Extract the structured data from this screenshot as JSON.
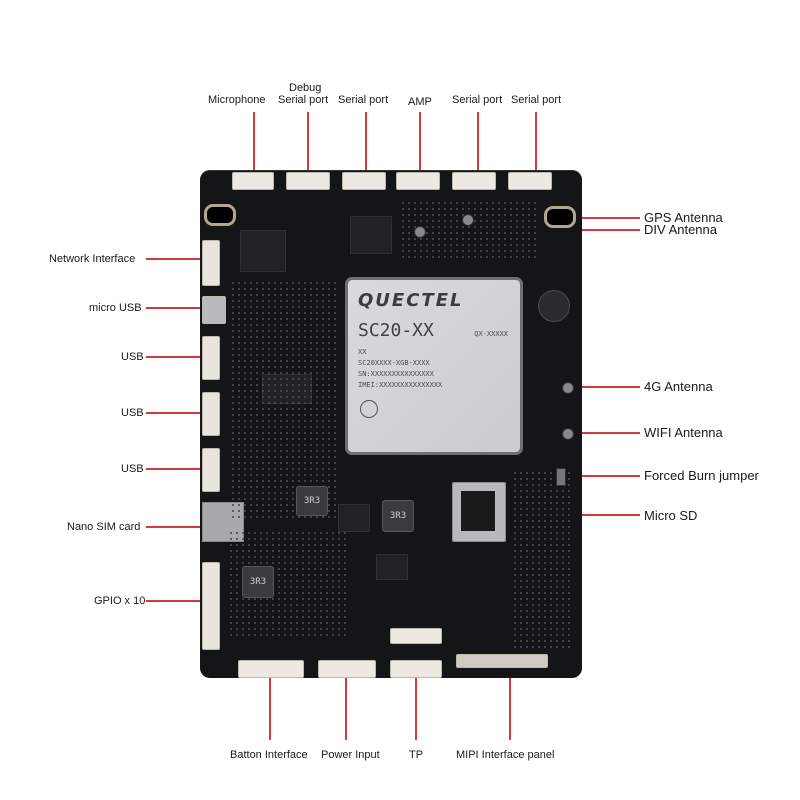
{
  "top_labels": {
    "microphone": "Microphone",
    "debug_line1": "Debug",
    "debug_line2": "Serial port",
    "serial1": "Serial port",
    "amp": "AMP",
    "serial2": "Serial port",
    "serial3": "Serial port"
  },
  "left_labels": {
    "network": "Network Interface",
    "micro_usb": "micro USB",
    "usb1": "USB",
    "usb2": "USB",
    "usb3": "USB",
    "nano_sim": "Nano SIM card",
    "gpio": "GPIO x 10"
  },
  "right_labels": {
    "gps": "GPS Antenna",
    "div": "DIV Antenna",
    "ant_4g": "4G Antenna",
    "wifi": "WIFI Antenna",
    "forced_burn": "Forced Burn jumper",
    "micro_sd": "Micro SD"
  },
  "bottom_labels": {
    "batton": "Batton Interface",
    "power": "Power Input",
    "tp": "TP",
    "mipi": "MIPI Interface panel"
  },
  "module": {
    "brand": "QUECTEL",
    "model": "SC20-XX",
    "code": "QX-XXXXX",
    "line1": "XX",
    "line2": "SC20XXXX-XGB-XXXX",
    "line3": "SN:XXXXXXXXXXXXXXX",
    "line4": "IMEI:XXXXXXXXXXXXXXX"
  },
  "inductors": {
    "a": "3R3",
    "b": "3R3",
    "c": "3R3"
  },
  "colors": {
    "leader_line": "#d43a3a",
    "board": "#141516"
  }
}
